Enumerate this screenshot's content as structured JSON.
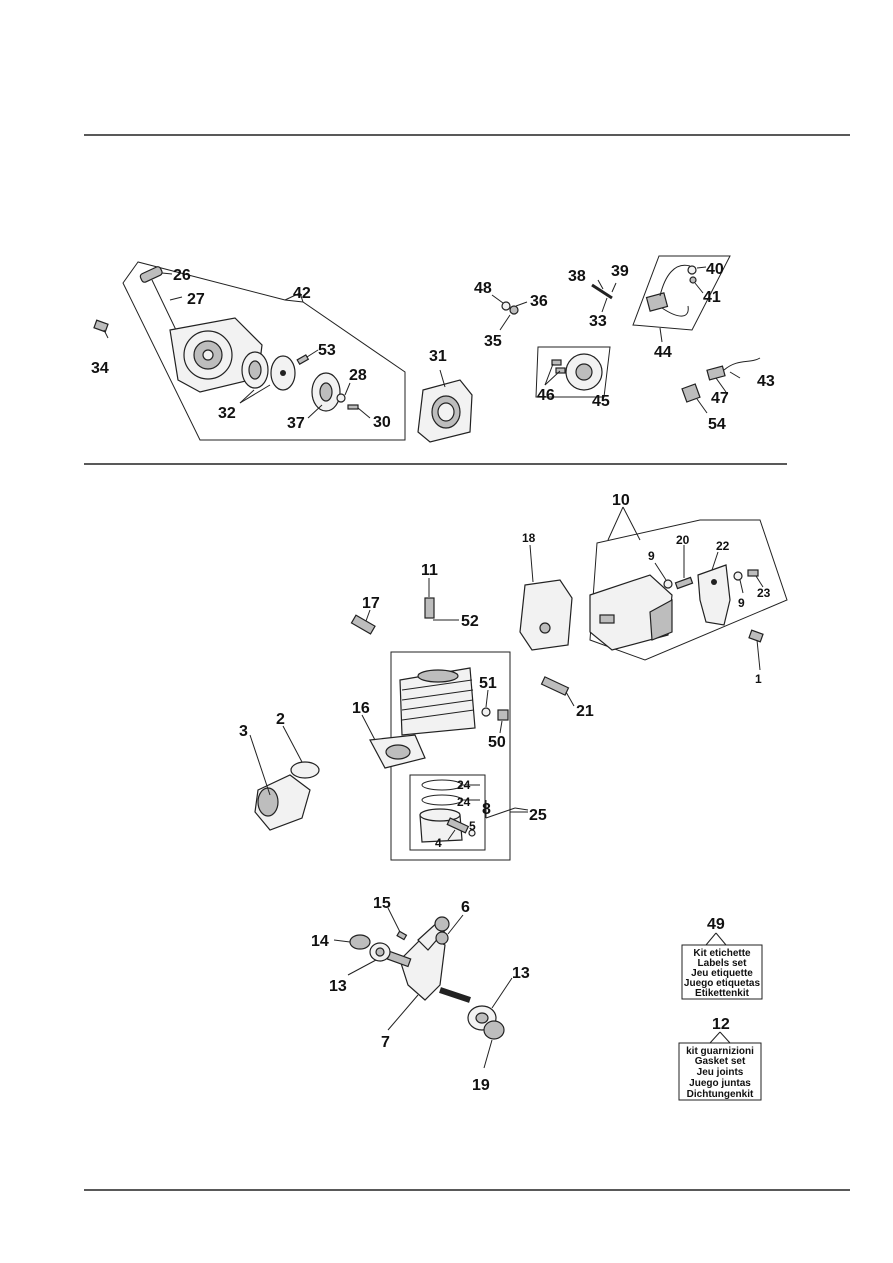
{
  "callouts": {
    "c1": "1",
    "c2": "2",
    "c3": "3",
    "c4": "4",
    "c5": "5",
    "c6": "6",
    "c7": "7",
    "c8": "8",
    "c9a": "9",
    "c9b": "9",
    "c10": "10",
    "c11": "11",
    "c12": "12",
    "c13a": "13",
    "c13b": "13",
    "c14": "14",
    "c15": "15",
    "c16": "16",
    "c17": "17",
    "c18": "18",
    "c19": "19",
    "c20": "20",
    "c21": "21",
    "c22": "22",
    "c23": "23",
    "c24a": "24",
    "c24b": "24",
    "c25": "25",
    "c26": "26",
    "c27": "27",
    "c28": "28",
    "c30": "30",
    "c31": "31",
    "c32": "32",
    "c33": "33",
    "c34": "34",
    "c35": "35",
    "c36": "36",
    "c37": "37",
    "c38": "38",
    "c39": "39",
    "c40": "40",
    "c41": "41",
    "c42": "42",
    "c43": "43",
    "c44": "44",
    "c45": "45",
    "c46": "46",
    "c47": "47",
    "c48": "48",
    "c49": "49",
    "c50": "50",
    "c51": "51",
    "c52": "52",
    "c53": "53",
    "c54": "54"
  },
  "labels_kit": {
    "number": "49",
    "lines": [
      "Kit etichette",
      "Labels set",
      "Jeu etiquette",
      "Juego etiquetas",
      "Etikettenkit"
    ]
  },
  "gasket_kit": {
    "number": "12",
    "lines": [
      "kit guarnizioni",
      "Gasket set",
      "Jeu  joints",
      "Juego juntas",
      "Dichtungenkit"
    ]
  }
}
